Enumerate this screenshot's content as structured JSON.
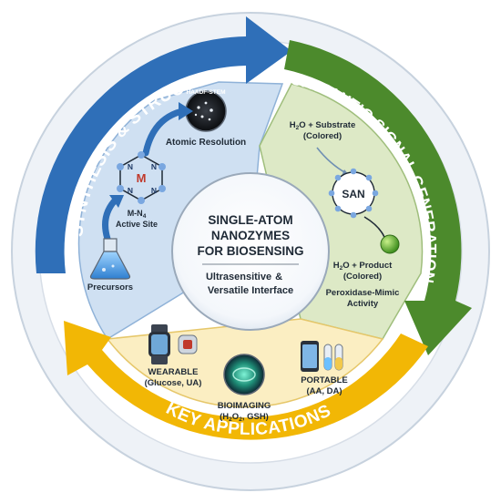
{
  "center": {
    "title_lines": [
      "SINGLE-ATOM",
      "NANOZYMES",
      "FOR BIOSENSING"
    ],
    "subtitle_line1_a": "Ultrasensitive",
    "subtitle_amp": "&",
    "subtitle_line2": "Versatile Interface"
  },
  "arcs": {
    "synthesis": "SYNTHESIS & STRUCTURE",
    "catalytic": "CATALYTIC SIGNAL GENERATION",
    "applications": "KEY APPLICATIONS"
  },
  "synthesis": {
    "stem_label": "HAADF-STEM",
    "atomic_resolution": "Atomic Resolution",
    "metal": "M",
    "nitrogen": "N",
    "site_label_main": "M-N",
    "site_label_sub": "4",
    "site_label_2": "Active Site",
    "precursors": "Precursors"
  },
  "catalytic": {
    "substrate_l1_pre": "H",
    "substrate_l1_sub": "2",
    "substrate_l1_post": "O + Substrate",
    "substrate_l2": "(Colored)",
    "san": "SAN",
    "product_l1_pre": "H",
    "product_l1_sub": "2",
    "product_l1_post": "O + Product",
    "product_l2": "(Colored)",
    "activity_l1": "Peroxidase-Mimic",
    "activity_l2": "Activity"
  },
  "applications": {
    "wearable_l1": "WEARABLE",
    "wearable_l2": "(Glucose, UA)",
    "bioimaging_l1": "BIOIMAGING",
    "bioimaging_l2_a": "(H",
    "bioimaging_l2_sub": "2",
    "bioimaging_l2_b": "O",
    "bioimaging_l2_sub2": "2",
    "bioimaging_l2_c": ", GSH)",
    "portable_l1": "PORTABLE",
    "portable_l2": "(AA, DA)"
  },
  "colors": {
    "blue": "#2f6fb8",
    "green": "#4c8a2c",
    "yellow": "#f2b705",
    "blue_panel": "#cfe0f2",
    "green_panel": "#dde9c6",
    "yellow_panel": "#fbeec2"
  }
}
